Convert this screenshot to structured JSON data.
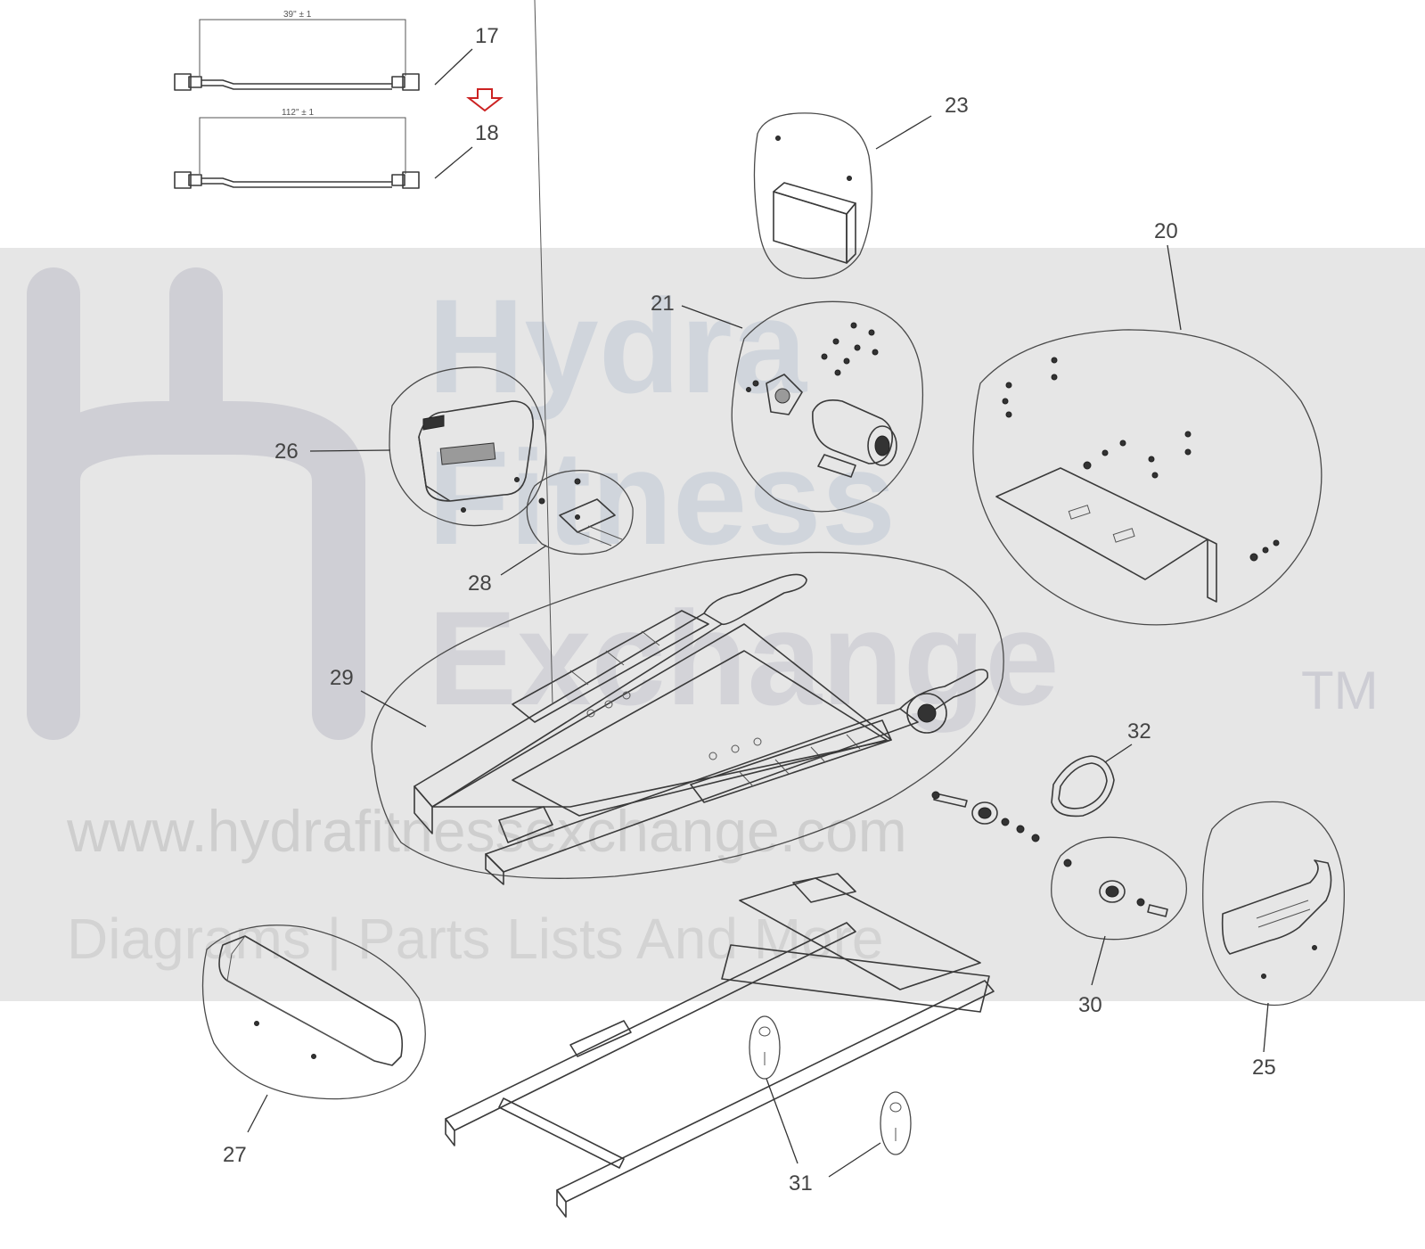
{
  "diagram": {
    "callouts": [
      "17",
      "18",
      "23",
      "20",
      "21",
      "26",
      "28",
      "29",
      "32",
      "30",
      "25",
      "27",
      "31"
    ],
    "cable_17_dimension": "39\" ± 1",
    "cable_18_dimension": "112\" ± 1",
    "indicator_arrow_color": "#cc2222"
  },
  "watermark": {
    "brand_lines": [
      "Hydra",
      "Fitness",
      "Exchange"
    ],
    "trademark": "TM",
    "url": "www.hydrafitnessexchange.com",
    "tagline": "Diagrams | Parts Lists And More"
  }
}
